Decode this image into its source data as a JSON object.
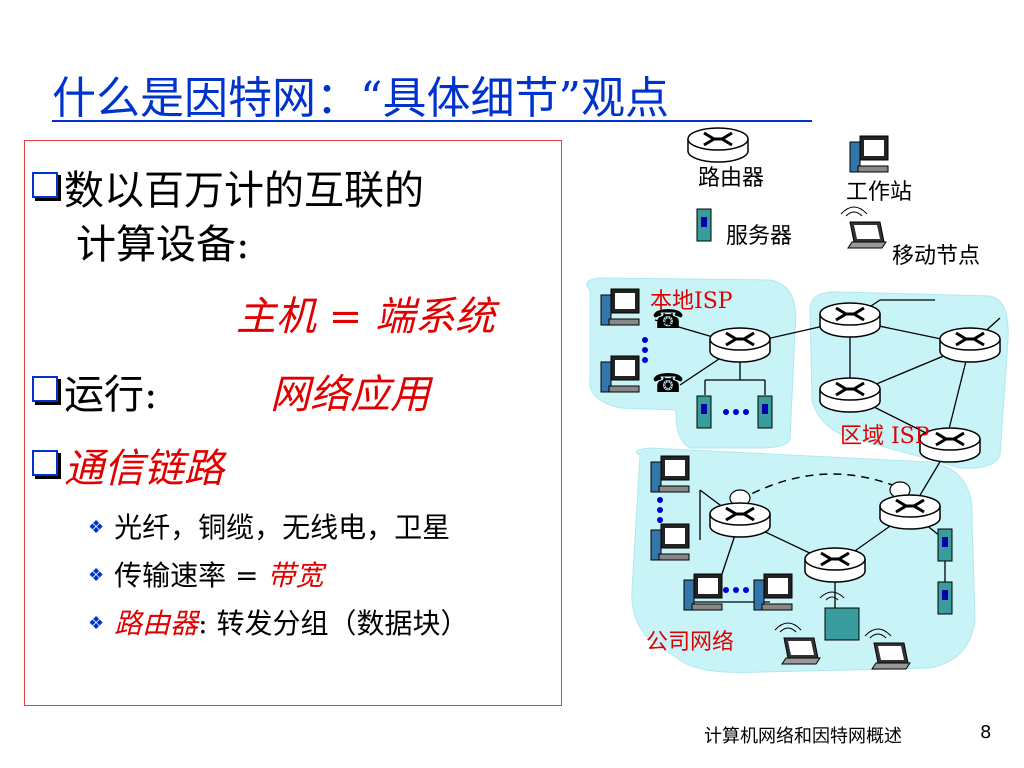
{
  "slide": {
    "title": "什么是因特网：“具体细节”观点",
    "bullets": {
      "b1_line1": "数以百万计的互联的",
      "b1_line2": "计算设备:",
      "b1_em": "主机 = 端系统",
      "b2_prefix": "运行:",
      "b2_em": "网络应用",
      "b3_em": "通信链路",
      "sub1": "光纤，铜缆，无线电，卫星",
      "sub2_prefix": "传输速率 = ",
      "sub2_em": "带宽",
      "sub3_em": "路由器",
      "sub3_rest": ": 转发分组（数据块）"
    },
    "footer": {
      "text": "计算机网络和因特网概述",
      "page": "8"
    }
  },
  "diagram": {
    "legend": {
      "router": "路由器",
      "workstation": "工作站",
      "server": "服务器",
      "mobile": "移动节点"
    },
    "labels": {
      "local_isp": "本地ISP",
      "regional_isp": "区域 ISP",
      "company_net": "公司网络"
    }
  },
  "colors": {
    "title": "#0033cc",
    "emphasis": "#e00000",
    "network_bg": "#c8f4f8",
    "router_body": "#ffffff"
  }
}
